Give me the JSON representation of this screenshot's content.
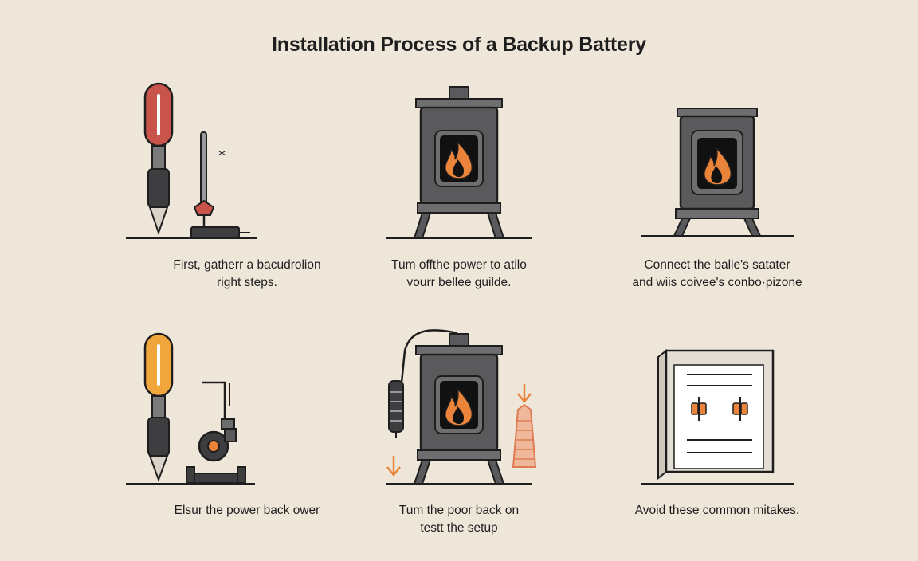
{
  "title": "Installation Process of a Backup Battery",
  "steps": [
    {
      "line1": "First, gatherr a bacudrolion",
      "line2": "right steps.",
      "icon": "screwdriver-and-tool-icon"
    },
    {
      "line1": "Tum offthe power to atilo",
      "line2": "vourr bellee guilde.",
      "icon": "stove-icon"
    },
    {
      "line1": "Connect the balle's satater",
      "line2": "and wiis coivee's conbo·pizone",
      "icon": "stove-icon"
    },
    {
      "line1": "Elsur the power back ower",
      "line2": "",
      "icon": "screwdriver-and-gear-icon"
    },
    {
      "line1": "Tum the poor back on",
      "line2": "testt the setup",
      "icon": "stove-with-battery-icon"
    },
    {
      "line1": "Avoid these common mitakes.",
      "line2": "",
      "icon": "panel-icon"
    }
  ],
  "colors": {
    "background": "#efe6da",
    "stove": "#5a5a5c",
    "flame": "#e9843a",
    "handle_red": "#c9544c",
    "handle_yellow": "#f0a63a"
  }
}
